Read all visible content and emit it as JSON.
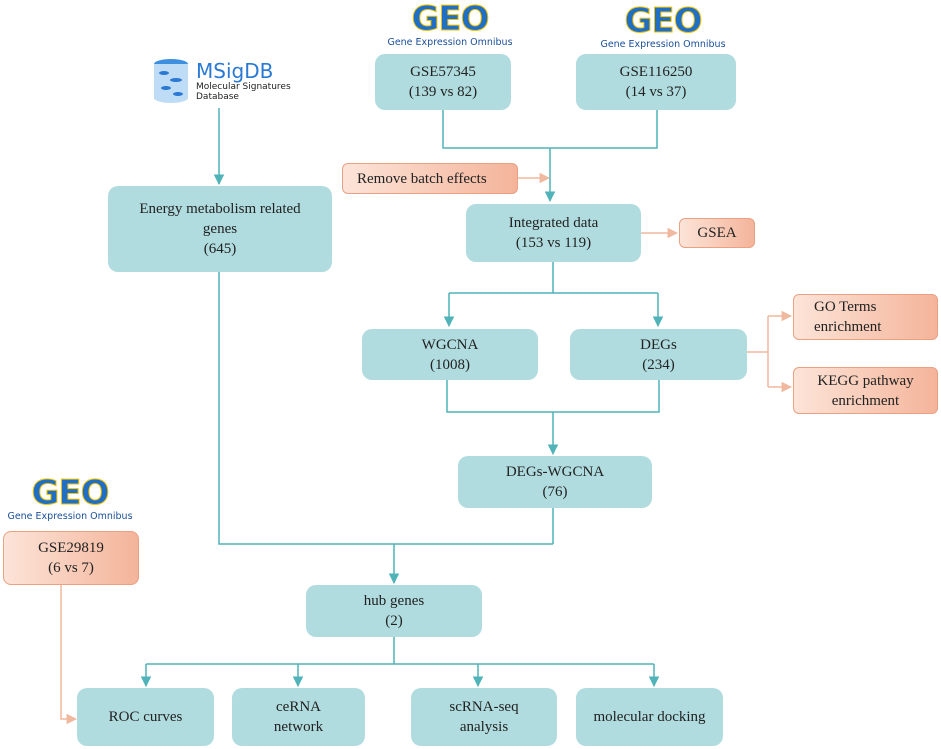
{
  "logos": {
    "geo_word": "GEO",
    "geo_subtitle": "Gene Expression Omnibus",
    "msigdb_word": "MSigDB",
    "msigdb_subtitle_1": "Molecular Signatures",
    "msigdb_subtitle_2": "Database"
  },
  "boxes": {
    "gse57345": {
      "line1": "GSE57345",
      "line2": "(139 vs 82)"
    },
    "gse116250": {
      "line1": "GSE116250",
      "line2": "(14 vs 37)"
    },
    "remove_batch": {
      "line1": "Remove batch effects"
    },
    "energy": {
      "line1": "Energy metabolism related",
      "line2": "genes",
      "line3": "(645)"
    },
    "integrated": {
      "line1": "Integrated data",
      "line2": "(153 vs 119)"
    },
    "gsea": {
      "line1": "GSEA"
    },
    "wgcna": {
      "line1": "WGCNA",
      "line2": "(1008)"
    },
    "degs": {
      "line1": "DEGs",
      "line2": "(234)"
    },
    "go": {
      "line1": "GO Terms",
      "line2": "enrichment"
    },
    "kegg": {
      "line1": "KEGG pathway",
      "line2": "enrichment"
    },
    "degs_wgcna": {
      "line1": "DEGs-WGCNA",
      "line2": "(76)"
    },
    "gse29819": {
      "line1": "GSE29819",
      "line2": "(6 vs 7)"
    },
    "hub": {
      "line1": "hub genes",
      "line2": "(2)"
    },
    "roc": {
      "line1": "ROC curves"
    },
    "cerna": {
      "line1": "ceRNA",
      "line2": "network"
    },
    "scrna": {
      "line1": "scRNA-seq",
      "line2": "analysis"
    },
    "docking": {
      "line1": "molecular docking"
    }
  },
  "colors": {
    "teal_box": "#b0dcdf",
    "teal_line": "#4fb3b8",
    "peach_line": "#f0b89e",
    "geo_blue": "#1f6fc6",
    "geo_yellow": "#f2c200"
  }
}
